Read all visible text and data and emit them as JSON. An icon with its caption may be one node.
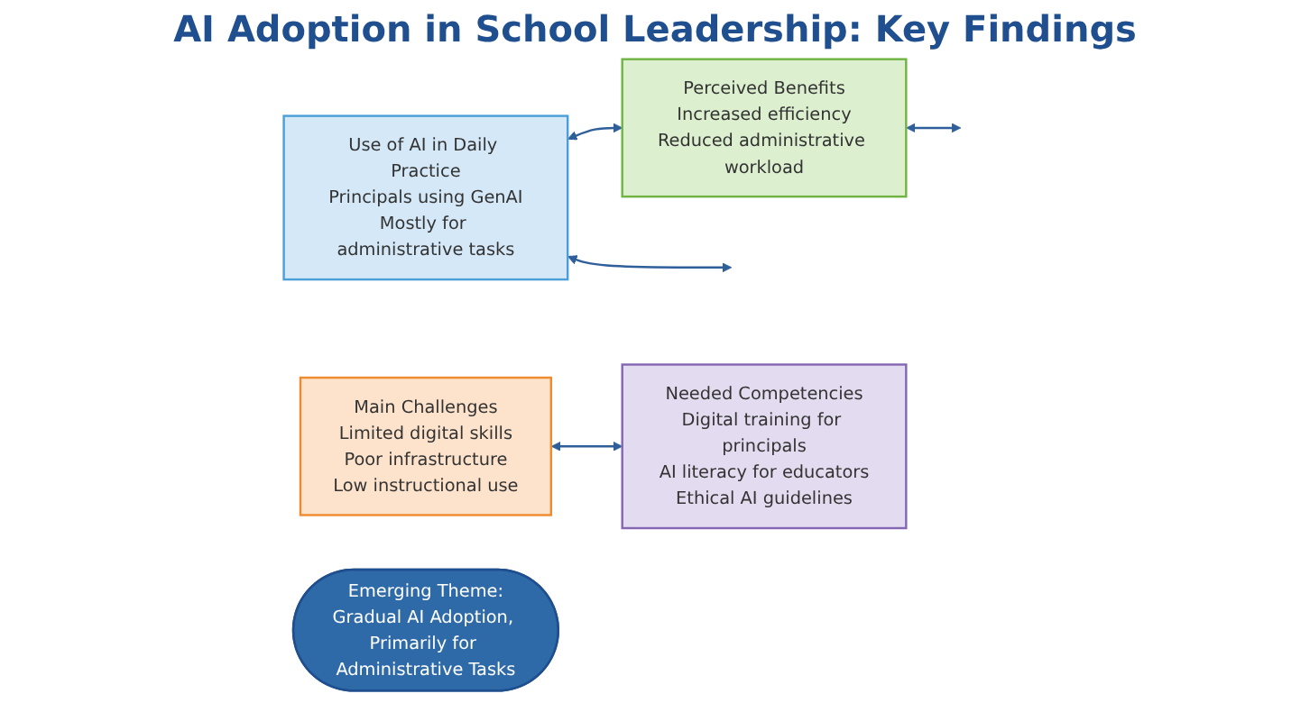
{
  "diagram": {
    "title": "AI Adoption in School Leadership: Key Findings",
    "nodes": [
      {
        "text": [
          "Use of AI in Daily Practice",
          "Principals using GenAI",
          "Mostly for administrative tasks"
        ]
      },
      {
        "text": [
          "Perceived Benefits",
          "Increased efficiency",
          "Reduced administrative workload"
        ]
      },
      {
        "text": [
          "Main Challenges",
          "Limited digital skills",
          "Poor infrastructure",
          "Low instructional use"
        ]
      },
      {
        "text": [
          "Needed Competencies",
          "Digital training for principals",
          "AI literacy for educators",
          "Ethical AI guidelines"
        ]
      },
      {
        "text": [
          "Emerging Theme:",
          "Gradual AI Adoption, Primarily for Administrative Tasks"
        ]
      }
    ],
    "edges": [
      {
        "from": 0,
        "to": 1,
        "arrow": "both"
      },
      {
        "from": 0,
        "to": null,
        "arrow": "both"
      },
      {
        "from": 1,
        "to": null,
        "arrow": "both"
      },
      {
        "from": 2,
        "to": 3,
        "arrow": "both"
      }
    ]
  }
}
